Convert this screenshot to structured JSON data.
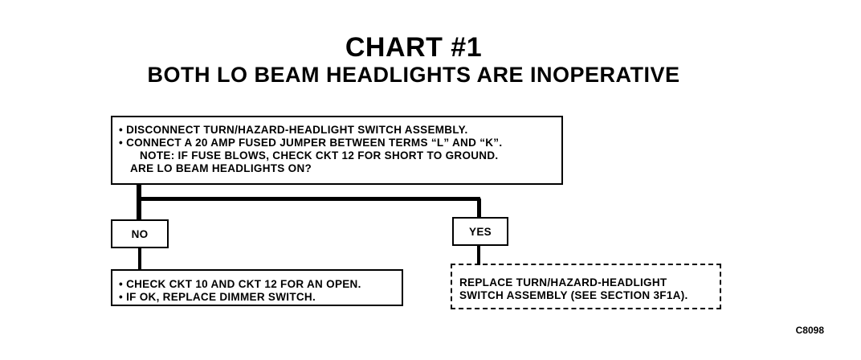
{
  "header": {
    "title": "CHART #1",
    "subtitle": "BOTH LO BEAM HEADLIGHTS ARE INOPERATIVE"
  },
  "step1": {
    "line1": "• DISCONNECT TURN/HAZARD-HEADLIGHT SWITCH ASSEMBLY.",
    "line2": "• CONNECT A 20 AMP FUSED JUMPER BETWEEN TERMS “L” AND “K”.",
    "line3": "NOTE: IF FUSE BLOWS, CHECK CKT 12 FOR SHORT TO GROUND.",
    "line4": "ARE LO BEAM HEADLIGHTS ON?"
  },
  "branches": {
    "no_label": "NO",
    "yes_label": "YES"
  },
  "no_result": {
    "line1": "• CHECK CKT 10 AND CKT 12 FOR AN OPEN.",
    "line2": "• IF OK, REPLACE DIMMER SWITCH."
  },
  "yes_result": {
    "line1": "REPLACE TURN/HAZARD-HEADLIGHT",
    "line2": "SWITCH ASSEMBLY (SEE SECTION 3F1A)."
  },
  "figure_code": "C8098"
}
